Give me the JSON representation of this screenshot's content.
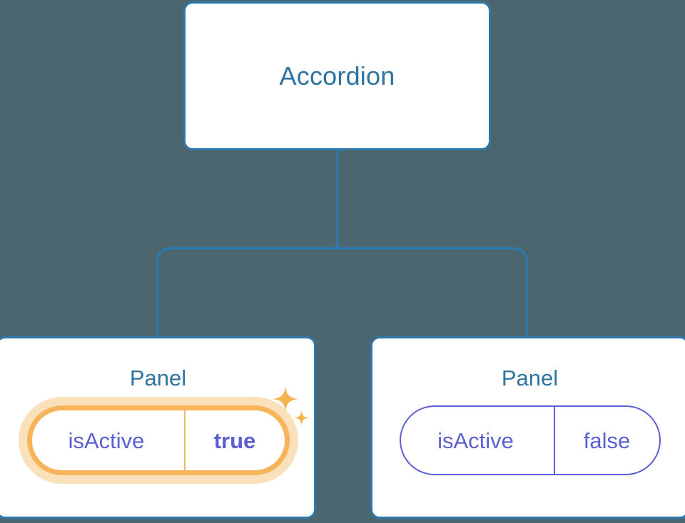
{
  "diagram": {
    "background_color": "#4c6670",
    "connector_color": "#2e78ad",
    "node_border_color": "#2e78ad",
    "node_title_color": "#2e74a0",
    "prop_text_color": "#5a5fd4",
    "highlight_color": "#f7b45a",
    "highlight_glow_color": "#fbe1bb",
    "sparkle_color": "#f5b44e"
  },
  "root": {
    "title": "Accordion"
  },
  "panels": [
    {
      "title": "Panel",
      "highlighted": true,
      "prop": {
        "key": "isActive",
        "value": "true"
      },
      "sparkle_big": "sparkle-icon",
      "sparkle_small": "sparkle-icon"
    },
    {
      "title": "Panel",
      "highlighted": false,
      "prop": {
        "key": "isActive",
        "value": "false"
      }
    }
  ]
}
